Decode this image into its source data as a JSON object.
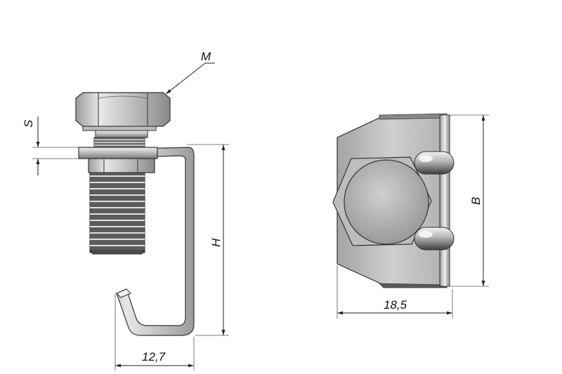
{
  "labels": {
    "thread": "M",
    "thickness": "S",
    "height": "H",
    "width_total": "B",
    "width_front": "18,5",
    "width_side": "12,7"
  },
  "colors": {
    "metal_light": "#e4e4e4",
    "metal_mid": "#b8b8b8",
    "metal_dark": "#6e6e6e",
    "line": "#222222"
  }
}
